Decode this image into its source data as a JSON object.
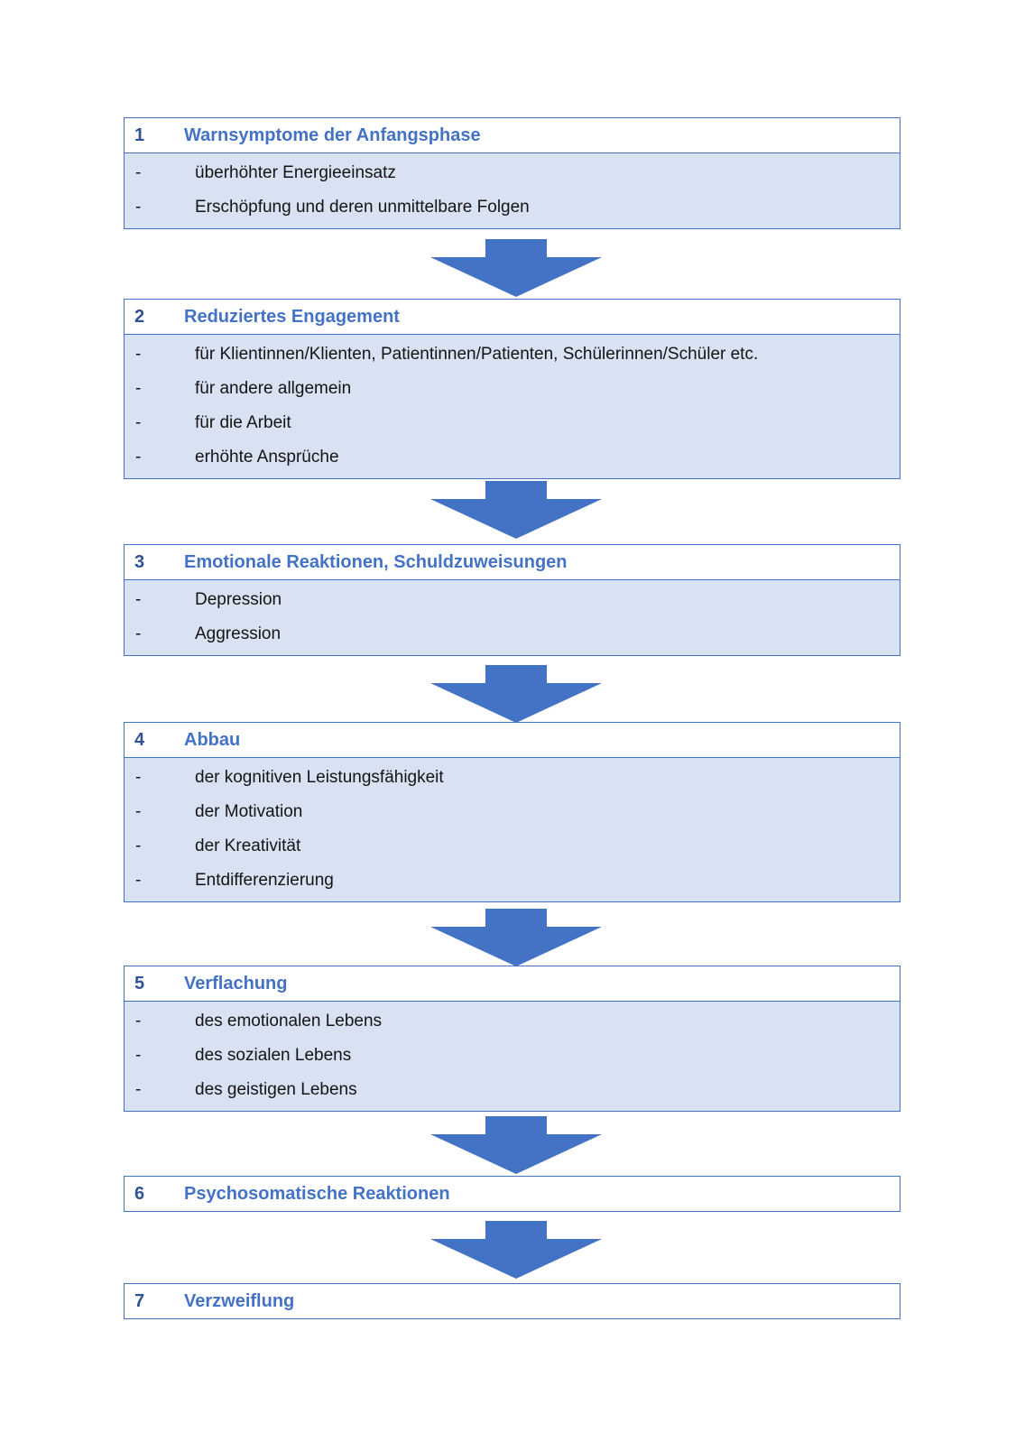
{
  "colors": {
    "accent": "#4472C4",
    "number_text": "#2F5496",
    "title_text": "#4472C4",
    "body_background": "#D9E2F3",
    "border": "#4472C4",
    "arrow_fill": "#4472C4",
    "page_background": "#ffffff",
    "item_text": "#141414"
  },
  "bullet_marker": "-",
  "stages": [
    {
      "number": "1",
      "title": "Warnsymptome der Anfangsphase",
      "items": [
        "überhöhter Energieeinsatz",
        "Erschöpfung und deren unmittelbare Folgen"
      ]
    },
    {
      "number": "2",
      "title": "Reduziertes Engagement",
      "items": [
        "für Klientinnen/Klienten, Patientinnen/Patienten, Schülerinnen/Schüler etc.",
        "für andere allgemein",
        "für die Arbeit",
        "erhöhte Ansprüche"
      ]
    },
    {
      "number": "3",
      "title": "Emotionale Reaktionen, Schuldzuweisungen",
      "items": [
        "Depression",
        "Aggression"
      ]
    },
    {
      "number": "4",
      "title": "Abbau",
      "items": [
        "der kognitiven Leistungsfähigkeit",
        "der Motivation",
        "der Kreativität",
        "Entdifferenzierung"
      ]
    },
    {
      "number": "5",
      "title": "Verflachung",
      "items": [
        "des emotionalen Lebens",
        "des sozialen Lebens",
        "des geistigen Lebens"
      ]
    },
    {
      "number": "6",
      "title": "Psychosomatische Reaktionen",
      "items": []
    },
    {
      "number": "7",
      "title": "Verzweiflung",
      "items": []
    }
  ]
}
